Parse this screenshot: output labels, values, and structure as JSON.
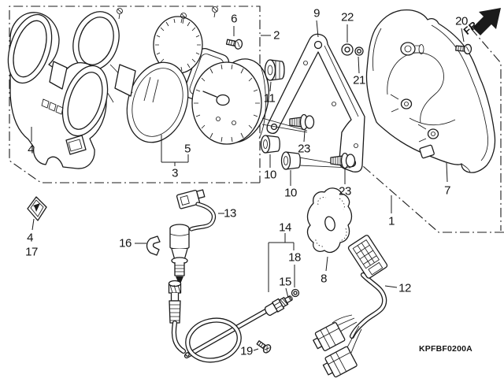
{
  "colors": {
    "background": "#ffffff",
    "line_art": "#1b1b1b"
  },
  "diagram": {
    "code": "KPFBF0200A",
    "direction_label": "FR."
  },
  "labels": [
    {
      "part": "1",
      "text": "1"
    },
    {
      "part": "2",
      "text": "2"
    },
    {
      "part": "3",
      "text": "3"
    },
    {
      "part": "4-cover",
      "text": "4"
    },
    {
      "part": "4-emblem",
      "text": "4"
    },
    {
      "part": "5",
      "text": "5"
    },
    {
      "part": "6",
      "text": "6"
    },
    {
      "part": "7",
      "text": "7"
    },
    {
      "part": "8",
      "text": "8"
    },
    {
      "part": "9",
      "text": "9"
    },
    {
      "part": "10-upper",
      "text": "10"
    },
    {
      "part": "10-lower",
      "text": "10"
    },
    {
      "part": "11",
      "text": "11"
    },
    {
      "part": "12",
      "text": "12"
    },
    {
      "part": "13",
      "text": "13"
    },
    {
      "part": "14",
      "text": "14"
    },
    {
      "part": "15",
      "text": "15"
    },
    {
      "part": "16",
      "text": "16"
    },
    {
      "part": "17",
      "text": "17"
    },
    {
      "part": "18",
      "text": "18"
    },
    {
      "part": "19",
      "text": "19"
    },
    {
      "part": "20",
      "text": "20"
    },
    {
      "part": "21",
      "text": "21"
    },
    {
      "part": "22",
      "text": "22"
    },
    {
      "part": "23-upper",
      "text": "23"
    },
    {
      "part": "23-lower",
      "text": "23"
    }
  ]
}
